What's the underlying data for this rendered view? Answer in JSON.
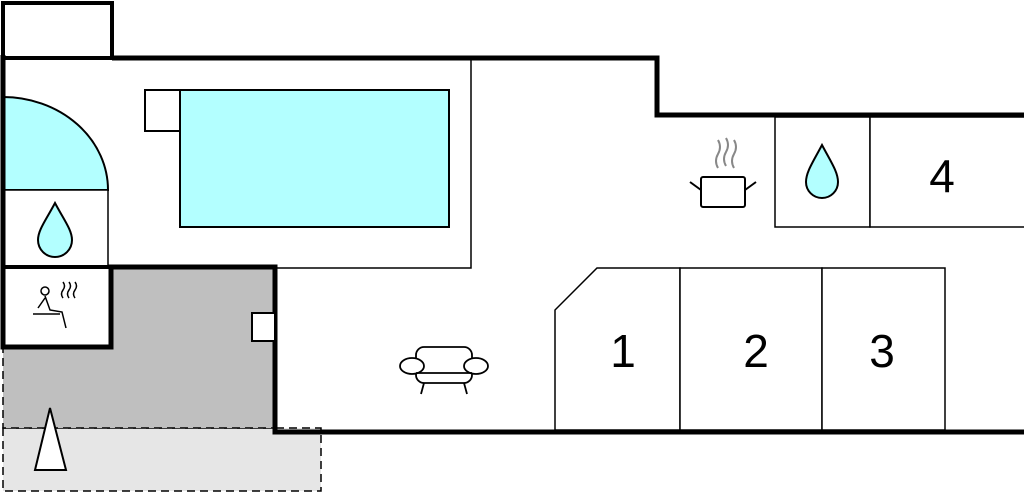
{
  "colors": {
    "water": "#b3ffff",
    "terrace": "#bfbfbf",
    "outdoor": "#e6e6e6",
    "wall": "#000000"
  },
  "rooms": [
    {
      "label": "1",
      "type": "bedroom"
    },
    {
      "label": "2",
      "type": "bedroom"
    },
    {
      "label": "3",
      "type": "bedroom"
    },
    {
      "label": "4",
      "type": "bedroom"
    }
  ],
  "icons": [
    "pool",
    "hot-tub",
    "shower-drop",
    "sauna",
    "kitchen-pot",
    "sofa",
    "bathroom-drop",
    "north-arrow"
  ]
}
